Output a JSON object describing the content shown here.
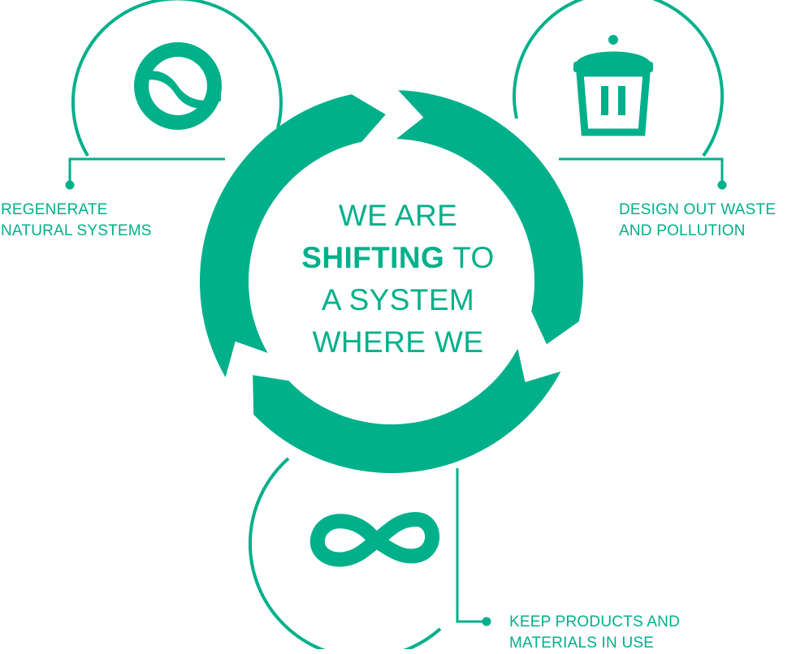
{
  "colors": {
    "primary": "#00b08a",
    "background": "#ffffff"
  },
  "center": {
    "line1": "WE ARE",
    "line2_bold": "SHIFTING",
    "line2_rest": " TO",
    "line3": "A SYSTEM",
    "line4": "WHERE WE"
  },
  "principles": {
    "regenerate": {
      "icon": "yin-yang-wave-icon",
      "line1": "REGENERATE",
      "line2": "NATURAL SYSTEMS"
    },
    "design": {
      "icon": "trash-bin-icon",
      "line1": "DESIGN OUT WASTE",
      "line2": "AND POLLUTION"
    },
    "keep": {
      "icon": "infinity-icon",
      "line1": "KEEP PRODUCTS AND",
      "line2": "MATERIALS IN USE"
    }
  }
}
